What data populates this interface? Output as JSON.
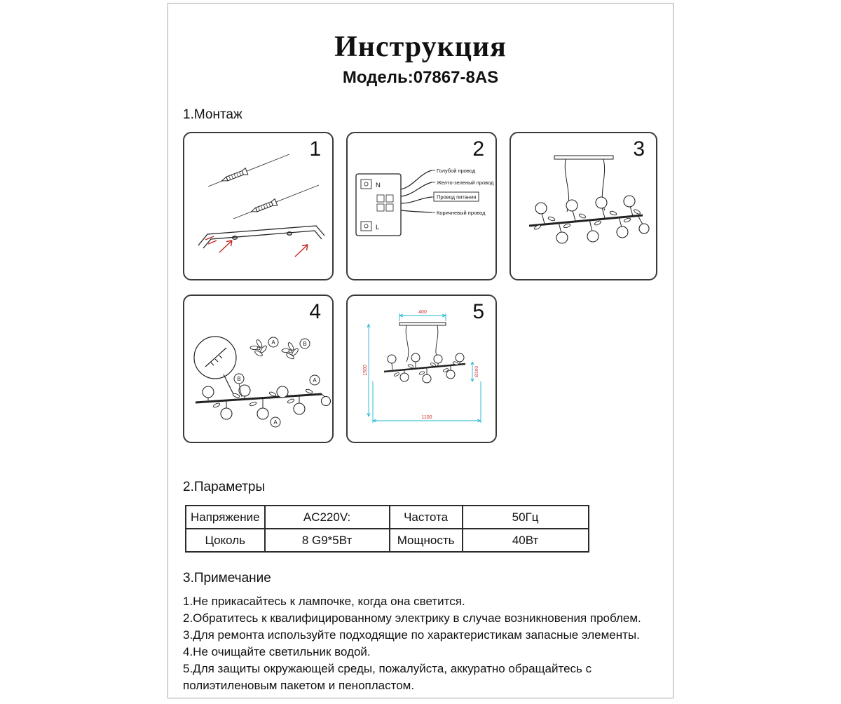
{
  "header": {
    "title": "Инструкция",
    "model": "Модель:07867-8AS"
  },
  "sections": {
    "montage": "1.Монтаж",
    "parameters": "2.Параметры",
    "notes": "3.Примечание"
  },
  "colors": {
    "accent_red": "#c22626",
    "dimension_cyan": "#1db4cf"
  },
  "diagram1": {
    "number": "1"
  },
  "diagram2": {
    "number": "2",
    "terminal_n": "N",
    "terminal_l": "L",
    "wire_blue": "Голубой провод",
    "wire_yellow_green": "Желто-зеленый провод",
    "wire_power": "Провод питания",
    "wire_brown": "Коричневый провод"
  },
  "diagram3": {
    "number": "3"
  },
  "diagram4": {
    "number": "4",
    "label_a": "A",
    "label_b": "B"
  },
  "diagram5": {
    "number": "5",
    "dim_top": "400",
    "dim_left": "1500",
    "dim_bottom": "1100",
    "dim_right": "Ø100"
  },
  "parameters_table": {
    "rows": [
      [
        "Напряжение",
        "AC220V:",
        "Частота",
        "50Гц"
      ],
      [
        "Цоколь",
        "8 G9*5Вт",
        "Мощность",
        "40Вт"
      ]
    ]
  },
  "notes": [
    "1.Не прикасайтесь к лампочке, когда она светится.",
    "2.Обратитесь к квалифицированному электрику в случае возникновения проблем.",
    "3.Для ремонта используйте подходящие по характеристикам запасные элементы.",
    "4.Не очищайте светильник водой.",
    "5.Для защиты окружающей среды, пожалуйста, аккуратно обращайтесь с полиэтиленовым пакетом и пенопластом."
  ]
}
